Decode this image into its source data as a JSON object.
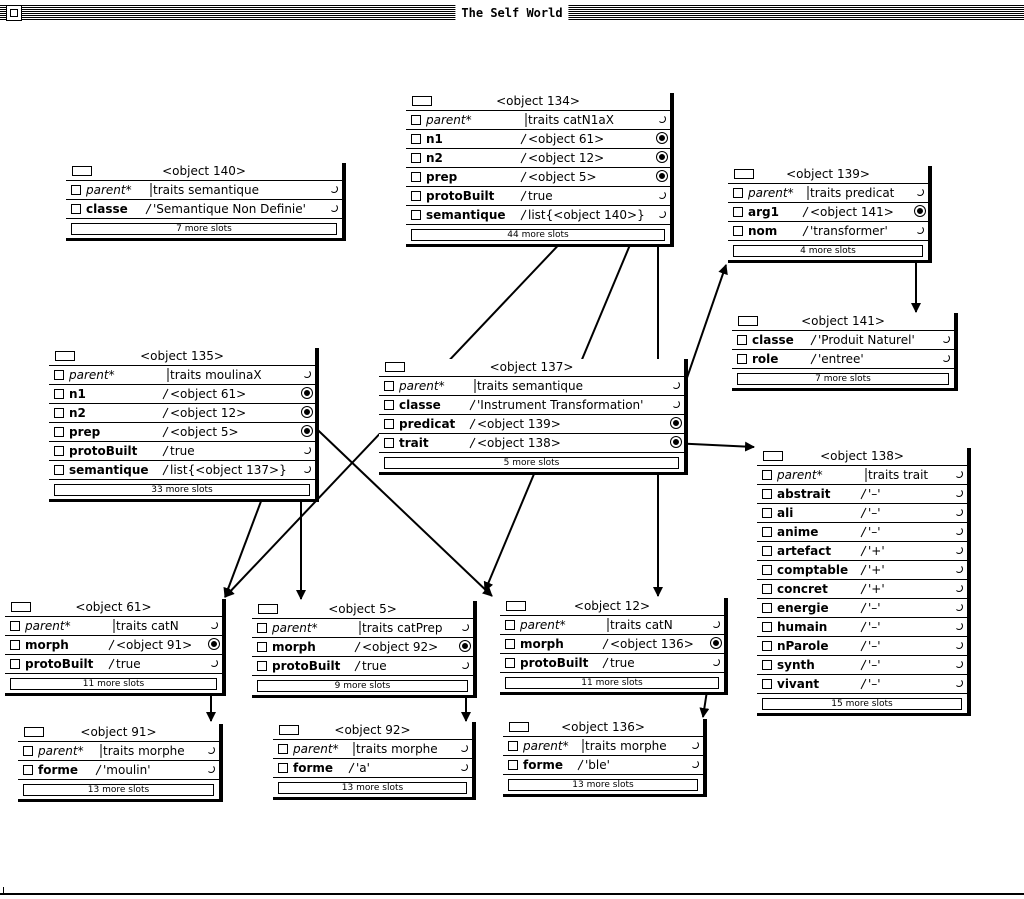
{
  "window": {
    "title": "The Self World"
  },
  "objects": [
    {
      "id": "o140",
      "name": "<object 140>",
      "more": "7 more slots",
      "slots": [
        {
          "name": "parent*",
          "value": "traits semantique",
          "parent": true,
          "kind": "lit"
        },
        {
          "name": "classe",
          "value": "'Semantique Non Definie'",
          "kind": "lit"
        }
      ]
    },
    {
      "id": "o134",
      "name": "<object 134>",
      "more": "44 more slots",
      "slots": [
        {
          "name": "parent*",
          "value": "traits catN1aX",
          "parent": true,
          "kind": "lit"
        },
        {
          "name": "n1",
          "value": "<object 61>",
          "kind": "ref"
        },
        {
          "name": "n2",
          "value": "<object 12>",
          "kind": "ref"
        },
        {
          "name": "prep",
          "value": "<object 5>",
          "kind": "ref"
        },
        {
          "name": "protoBuilt",
          "value": "true",
          "kind": "lit"
        },
        {
          "name": "semantique",
          "value": "list{<object 140>}",
          "kind": "lit"
        }
      ]
    },
    {
      "id": "o139",
      "name": "<object 139>",
      "more": "4 more slots",
      "slots": [
        {
          "name": "parent*",
          "value": "traits predicat",
          "parent": true,
          "kind": "lit"
        },
        {
          "name": "arg1",
          "value": "<object 141>",
          "kind": "ref"
        },
        {
          "name": "nom",
          "value": "'transformer'",
          "kind": "lit"
        }
      ]
    },
    {
      "id": "o141",
      "name": "<object 141>",
      "more": "7 more slots",
      "slots": [
        {
          "name": "classe",
          "value": "'Produit Naturel'",
          "kind": "lit"
        },
        {
          "name": "role",
          "value": "'entree'",
          "kind": "lit"
        }
      ]
    },
    {
      "id": "o135",
      "name": "<object 135>",
      "more": "33 more slots",
      "slots": [
        {
          "name": "parent*",
          "value": "traits moulinaX",
          "parent": true,
          "kind": "lit"
        },
        {
          "name": "n1",
          "value": "<object 61>",
          "kind": "ref"
        },
        {
          "name": "n2",
          "value": "<object 12>",
          "kind": "ref"
        },
        {
          "name": "prep",
          "value": "<object 5>",
          "kind": "ref"
        },
        {
          "name": "protoBuilt",
          "value": "true",
          "kind": "lit"
        },
        {
          "name": "semantique",
          "value": "list{<object 137>}",
          "kind": "lit"
        }
      ]
    },
    {
      "id": "o137",
      "name": "<object 137>",
      "more": "5 more slots",
      "slots": [
        {
          "name": "parent*",
          "value": "traits semantique",
          "parent": true,
          "kind": "lit"
        },
        {
          "name": "classe",
          "value": "'Instrument Transformation'",
          "kind": "lit"
        },
        {
          "name": "predicat",
          "value": "<object 139>",
          "kind": "ref"
        },
        {
          "name": "trait",
          "value": "<object 138>",
          "kind": "ref"
        }
      ]
    },
    {
      "id": "o138",
      "name": "<object 138>",
      "more": "15 more slots",
      "slots": [
        {
          "name": "parent*",
          "value": "traits trait",
          "parent": true,
          "kind": "lit"
        },
        {
          "name": "abstrait",
          "value": "'–'",
          "kind": "lit"
        },
        {
          "name": "ali",
          "value": "'–'",
          "kind": "lit"
        },
        {
          "name": "anime",
          "value": "'–'",
          "kind": "lit"
        },
        {
          "name": "artefact",
          "value": "'+'",
          "kind": "lit"
        },
        {
          "name": "comptable",
          "value": "'+'",
          "kind": "lit"
        },
        {
          "name": "concret",
          "value": "'+'",
          "kind": "lit"
        },
        {
          "name": "energie",
          "value": "'–'",
          "kind": "lit"
        },
        {
          "name": "humain",
          "value": "'–'",
          "kind": "lit"
        },
        {
          "name": "nParole",
          "value": "'–'",
          "kind": "lit"
        },
        {
          "name": "synth",
          "value": "'–'",
          "kind": "lit"
        },
        {
          "name": "vivant",
          "value": "'–'",
          "kind": "lit"
        }
      ]
    },
    {
      "id": "o61",
      "name": "<object 61>",
      "more": "11 more slots",
      "slots": [
        {
          "name": "parent*",
          "value": "traits catN",
          "parent": true,
          "kind": "lit"
        },
        {
          "name": "morph",
          "value": "<object 91>",
          "kind": "ref"
        },
        {
          "name": "protoBuilt",
          "value": "true",
          "kind": "lit"
        }
      ]
    },
    {
      "id": "o5",
      "name": "<object 5>",
      "more": "9 more slots",
      "slots": [
        {
          "name": "parent*",
          "value": "traits catPrep",
          "parent": true,
          "kind": "lit"
        },
        {
          "name": "morph",
          "value": "<object 92>",
          "kind": "ref"
        },
        {
          "name": "protoBuilt",
          "value": "true",
          "kind": "lit"
        }
      ]
    },
    {
      "id": "o12",
      "name": "<object 12>",
      "more": "11 more slots",
      "slots": [
        {
          "name": "parent*",
          "value": "traits catN",
          "parent": true,
          "kind": "lit"
        },
        {
          "name": "morph",
          "value": "<object 136>",
          "kind": "ref"
        },
        {
          "name": "protoBuilt",
          "value": "true",
          "kind": "lit"
        }
      ]
    },
    {
      "id": "o91",
      "name": "<object 91>",
      "more": "13 more slots",
      "slots": [
        {
          "name": "parent*",
          "value": "traits morphe",
          "parent": true,
          "kind": "lit"
        },
        {
          "name": "forme",
          "value": "'moulin'",
          "kind": "lit"
        }
      ]
    },
    {
      "id": "o92",
      "name": "<object 92>",
      "more": "13 more slots",
      "slots": [
        {
          "name": "parent*",
          "value": "traits morphe",
          "parent": true,
          "kind": "lit"
        },
        {
          "name": "forme",
          "value": "'a'",
          "kind": "lit"
        }
      ]
    },
    {
      "id": "o136",
      "name": "<object 136>",
      "more": "13 more slots",
      "slots": [
        {
          "name": "parent*",
          "value": "traits morphe",
          "parent": true,
          "kind": "lit"
        },
        {
          "name": "forme",
          "value": "'ble'",
          "kind": "lit"
        }
      ]
    }
  ],
  "references": [
    {
      "from": "o134.n1",
      "to": "o61"
    },
    {
      "from": "o134.n2",
      "to": "o12"
    },
    {
      "from": "o134.prep",
      "to": "o5"
    },
    {
      "from": "o135.n1",
      "to": "o61"
    },
    {
      "from": "o135.n2",
      "to": "o12"
    },
    {
      "from": "o135.prep",
      "to": "o5"
    },
    {
      "from": "o137.predicat",
      "to": "o139"
    },
    {
      "from": "o137.trait",
      "to": "o138"
    },
    {
      "from": "o139.arg1",
      "to": "o141"
    },
    {
      "from": "o61.morph",
      "to": "o91"
    },
    {
      "from": "o5.morph",
      "to": "o92"
    },
    {
      "from": "o12.morph",
      "to": "o136"
    }
  ]
}
